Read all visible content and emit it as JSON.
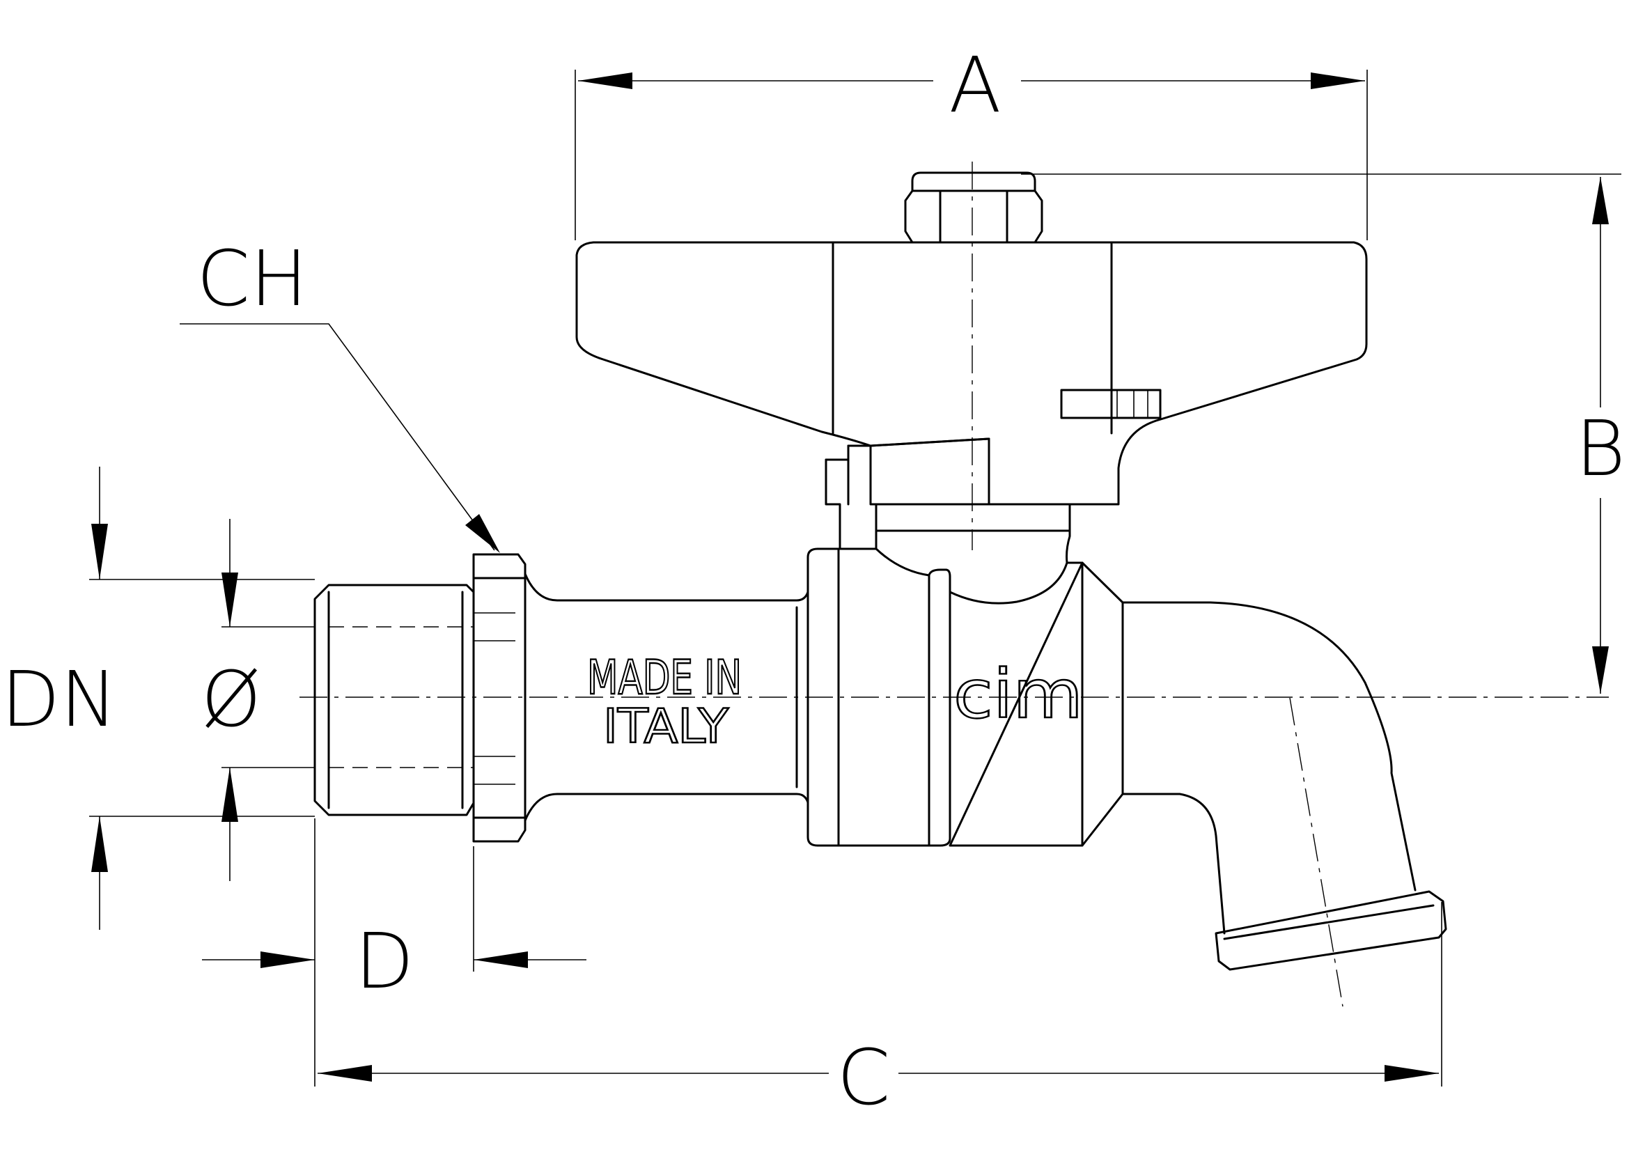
{
  "labels": {
    "A": "A",
    "B": "B",
    "C": "C",
    "D": "D",
    "CH": "CH",
    "DN": "DN",
    "diameter": "Ø"
  },
  "body_marking": {
    "line1": "MADE IN",
    "line2": "ITALY",
    "logo": "cim"
  }
}
